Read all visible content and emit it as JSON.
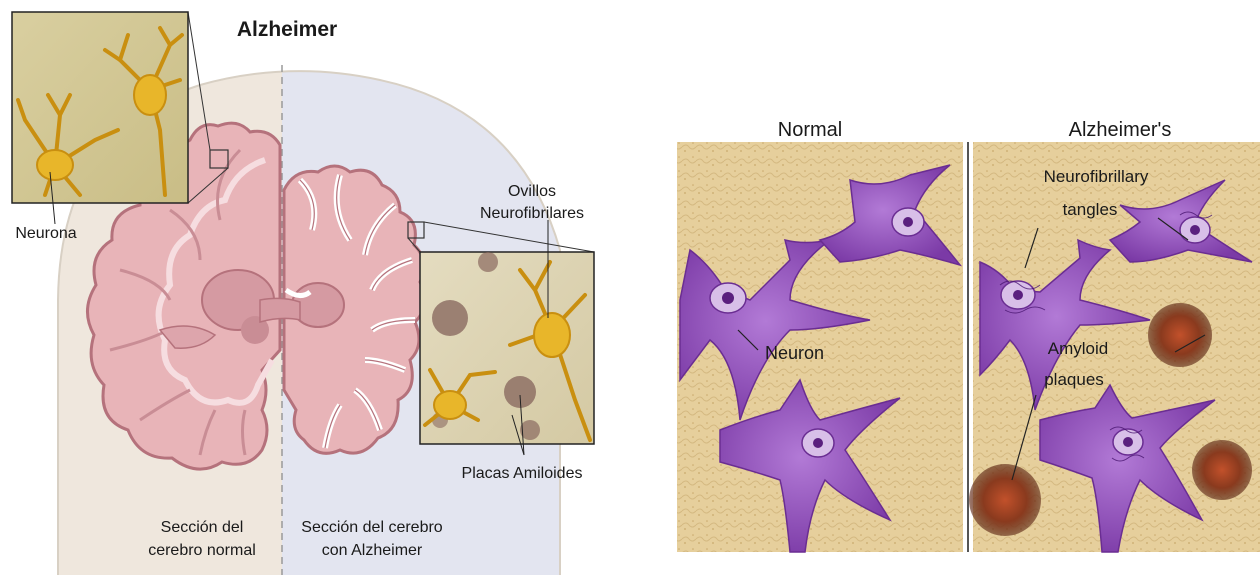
{
  "left": {
    "title": "Alzheimer",
    "labels": {
      "neurona": "Neurona",
      "ovillos_line1": "Ovillos",
      "ovillos_line2": "Neurofibrilares",
      "placas": "Placas Amiloides",
      "normal_line1": "Sección del",
      "normal_line2": "cerebro normal",
      "alz_line1": "Sección del cerebro",
      "alz_line2": "con Alzheimer"
    }
  },
  "right": {
    "headers": {
      "normal": "Normal",
      "alzheimers": "Alzheimer's"
    },
    "labels": {
      "neuron": "Neuron",
      "tangles_line1": "Neurofibrillary",
      "tangles_line2": "tangles",
      "amyloid_line1": "Amyloid",
      "amyloid_line2": "plaques"
    }
  },
  "colors": {
    "brain_pink": "#e8b4b8",
    "brain_dark": "#b5727c",
    "neuron_gold": "#e8b62a",
    "neuron_purple": "#9050b8",
    "tissue_tan": "#e6cf9c",
    "plaque_brown": "#8a3a1e",
    "head_normal": "#efe7dd",
    "head_alz": "#e3e5f0"
  }
}
